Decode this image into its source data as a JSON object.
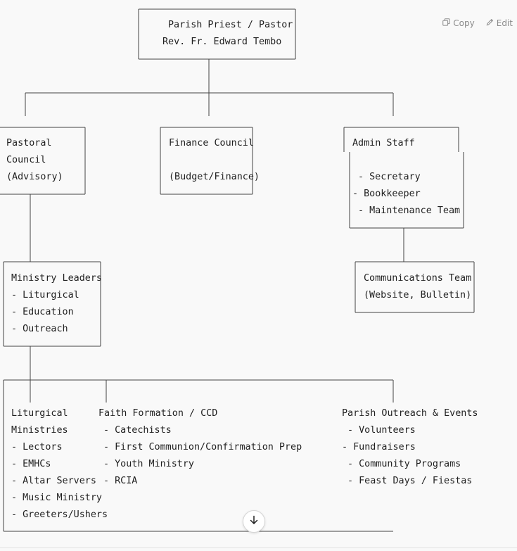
{
  "toolbar": {
    "copy_label": "Copy",
    "edit_label": "Edit",
    "copy_icon": "copy-icon",
    "edit_icon": "pencil-icon"
  },
  "diagram": {
    "pastor": {
      "title": "Parish Priest / Pastor",
      "name": "Rev. Fr. Edward Tembo"
    },
    "pastoral_council": {
      "line1": "Pastoral",
      "line2": "Council",
      "line3": "(Advisory)"
    },
    "finance_council": {
      "title": "Finance Council",
      "subtitle": "(Budget/Finance)"
    },
    "admin_staff": {
      "title": "Admin Staff",
      "items": [
        "- Secretary",
        "- Bookkeeper",
        "- Maintenance Team"
      ]
    },
    "communications": {
      "title": "Communications Team",
      "subtitle": "(Website, Bulletin)"
    },
    "ministry_leaders": {
      "title": "Ministry Leaders",
      "items": [
        "- Liturgical",
        "- Education",
        "- Outreach"
      ]
    },
    "liturgical": {
      "title1": "Liturgical",
      "title2": "Ministries",
      "items": [
        "- Lectors",
        "- EMHCs",
        "- Altar Servers",
        "- Music Ministry",
        "- Greeters/Ushers"
      ]
    },
    "faith_formation": {
      "title": "Faith Formation / CCD",
      "items": [
        "- Catechists",
        "- First Communion/Confirmation Prep",
        "- Youth Ministry",
        "- RCIA"
      ]
    },
    "outreach": {
      "title": "Parish Outreach & Events",
      "items": [
        "- Volunteers",
        "- Fundraisers",
        "- Community Programs",
        "- Feast Days / Fiestas"
      ]
    }
  },
  "scroll_button": {
    "icon": "arrow-down-icon"
  }
}
